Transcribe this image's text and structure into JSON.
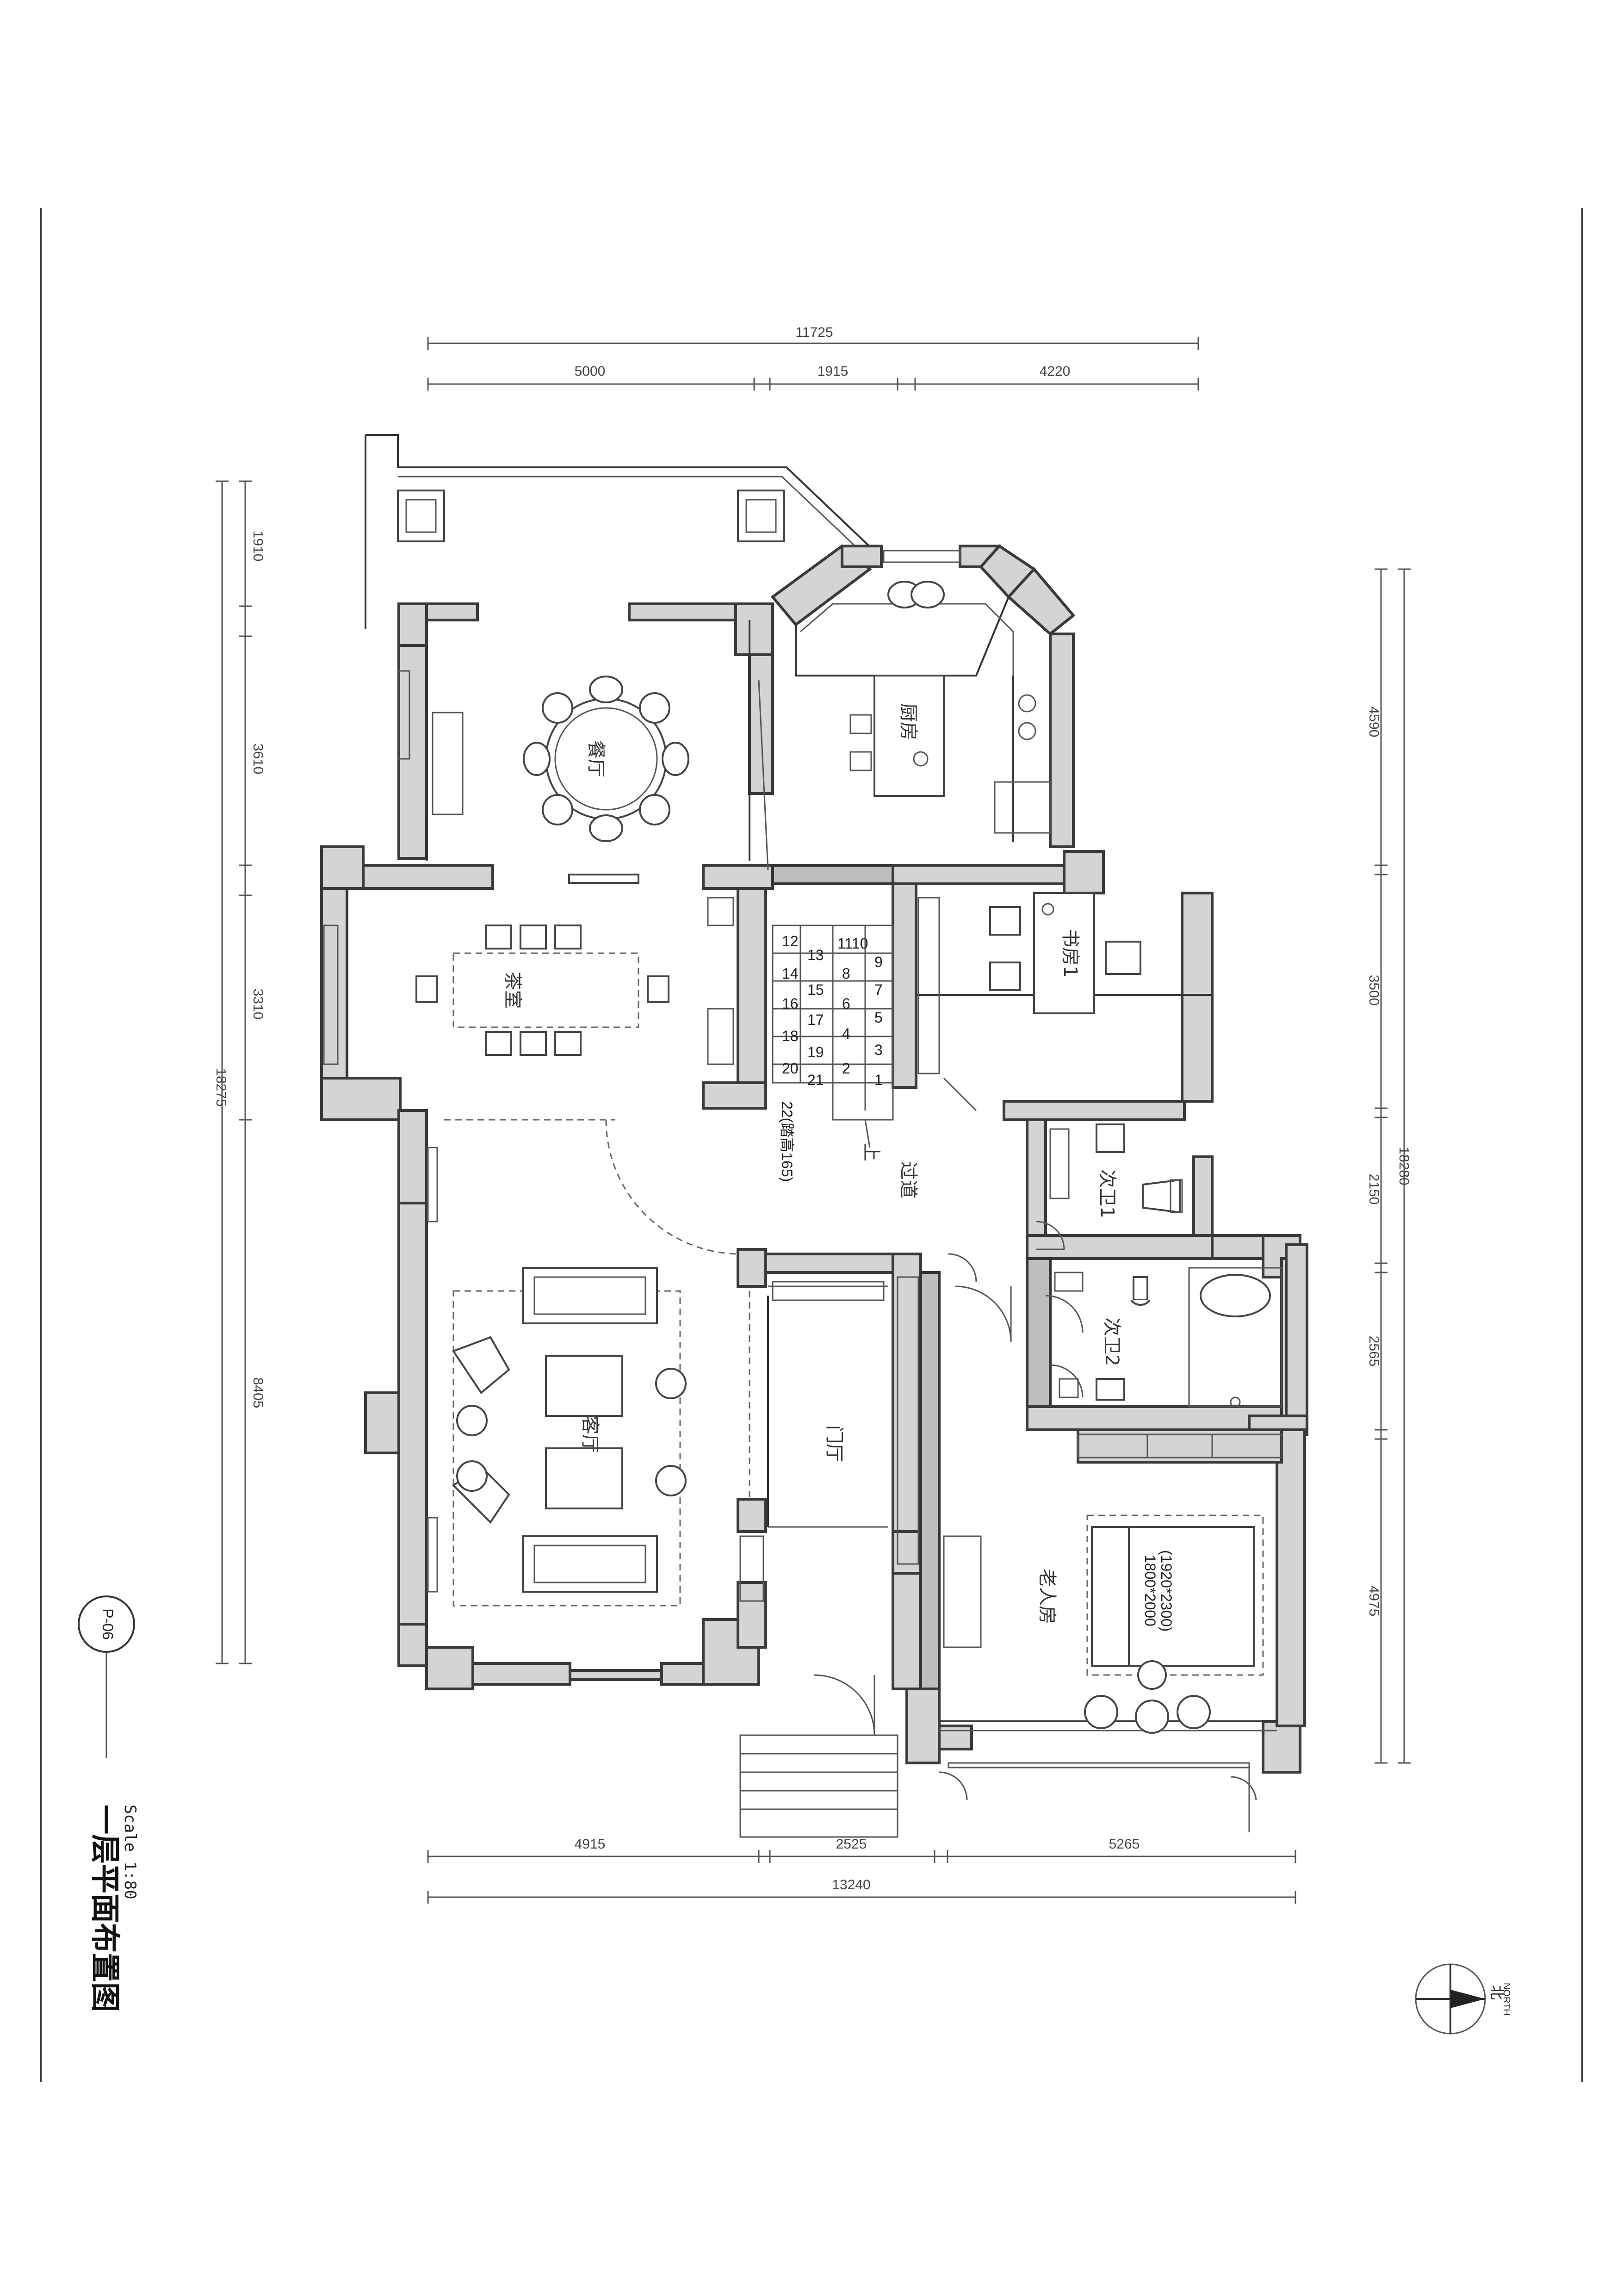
{
  "drawing": {
    "title": "一层平面布置图",
    "scale": "Scale 1:80",
    "sheet_tag": "P-06",
    "north_label": "北",
    "north_sub": "NORTH"
  },
  "dims": {
    "top_total": "11725",
    "top_1": "5000",
    "top_2": "1915",
    "top_3": "4220",
    "bottom_1": "4915",
    "bottom_2": "2525",
    "bottom_3": "5265",
    "bottom_total": "13240",
    "left_1": "1910",
    "left_2": "3610",
    "left_3": "3310",
    "left_4": "8405",
    "left_total": "18275",
    "right_1": "4590",
    "right_2": "3500",
    "right_3": "2150",
    "right_4": "2565",
    "right_5": "4975",
    "right_total": "18280"
  },
  "rooms": {
    "dining": "餐厅",
    "kitchen": "厨房",
    "tea": "茶室",
    "study": "书房1",
    "corridor": "过道",
    "bath1": "次卫1",
    "bath2": "次卫2",
    "living": "客厅",
    "foyer": "门厅",
    "elder": "老人房",
    "bed_size1": "1800*2000",
    "bed_size2": "(1920*2300)"
  },
  "stairs": {
    "note": "22(踏高165)",
    "up": "上",
    "steps_left": [
      "12",
      "13",
      "14",
      "15",
      "16",
      "17",
      "18",
      "19",
      "20",
      "21"
    ],
    "steps_right": [
      "1110",
      "9",
      "8",
      "7",
      "6",
      "5",
      "4",
      "3",
      "2",
      "1"
    ]
  }
}
